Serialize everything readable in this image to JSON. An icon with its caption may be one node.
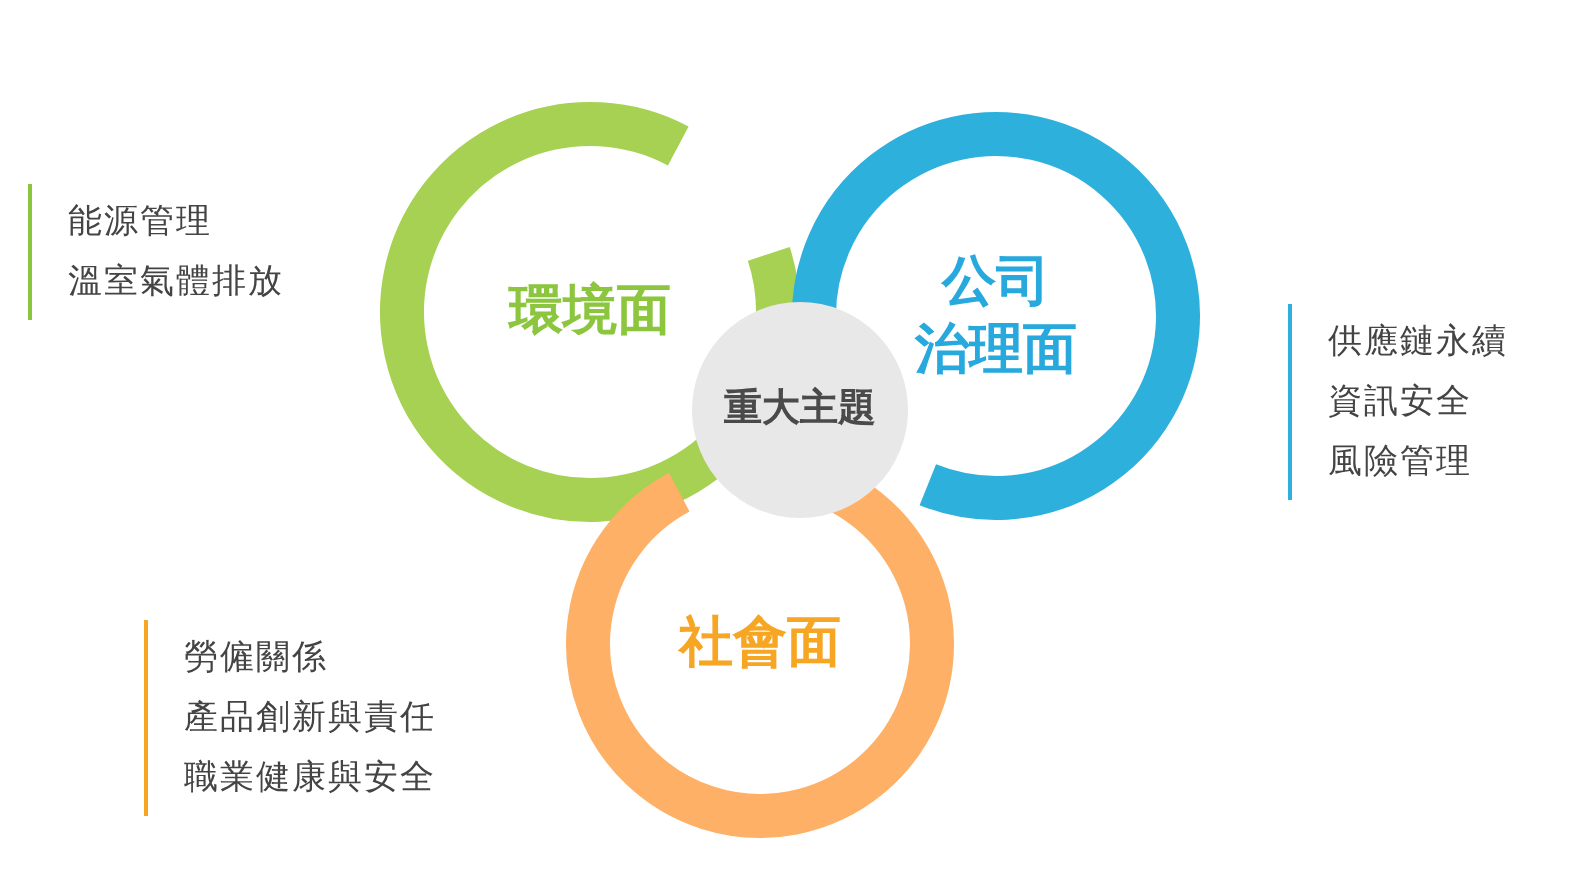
{
  "diagram": {
    "nodes": [
      {
        "text": [
          "環境面"
        ],
        "beside": [
          "能源管理",
          "溫室氣體排放"
        ]
      },
      {
        "text": [
          "公司治理面"
        ],
        "beside": [
          "供應鏈永續",
          "資訊安全",
          "風險管理"
        ]
      },
      {
        "text": [
          "社會面"
        ],
        "beside": [
          "勞僱關係",
          "產品創新與責任",
          "職業健康與安全"
        ]
      },
      {
        "text": [
          "重大主題"
        ]
      }
    ]
  }
}
